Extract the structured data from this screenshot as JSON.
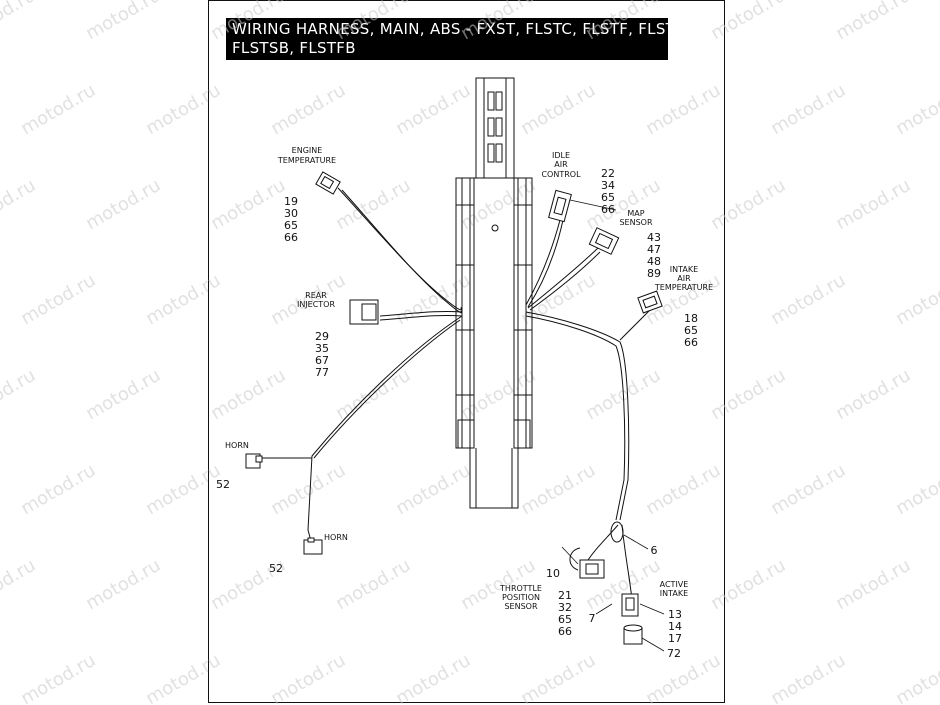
{
  "title": {
    "line1": "WIRING HARNESS, MAIN, ABS - FXST, FLSTC, FLSTF, FLSTN,",
    "line2": "FLSTSB, FLSTFB"
  },
  "watermark": "motod.ru",
  "labels": {
    "engine_temp": [
      "ENGINE",
      "TEMPERATURE"
    ],
    "idle_air": [
      "IDLE",
      "AIR",
      "CONTROL"
    ],
    "map_sensor": [
      "MAP",
      "SENSOR"
    ],
    "intake_air_temp": [
      "INTAKE",
      "AIR",
      "TEMPERATURE"
    ],
    "rear_injector": [
      "REAR",
      "INJECTOR"
    ],
    "horn_1": "HORN",
    "horn_2": "HORN",
    "throttle": [
      "THROTTLE",
      "POSITION",
      "SENSOR"
    ],
    "active_intake": [
      "ACTIVE",
      "INTAKE"
    ]
  },
  "callouts": {
    "engine_temp": [
      "19",
      "30",
      "65",
      "66"
    ],
    "idle_air": [
      "22",
      "34",
      "65",
      "66"
    ],
    "map_sensor": [
      "43",
      "47",
      "48",
      "89"
    ],
    "intake_air_temp": [
      "18",
      "65",
      "66"
    ],
    "rear_injector": [
      "29",
      "35",
      "67",
      "77"
    ],
    "horn_1": "52",
    "horn_2": "52",
    "clip": "6",
    "throttle_harness": "10",
    "throttle": [
      "21",
      "32",
      "65",
      "66"
    ],
    "active_intake_tie": "7",
    "active_intake": [
      "13",
      "14",
      "17"
    ],
    "active_intake_cap": "72"
  }
}
